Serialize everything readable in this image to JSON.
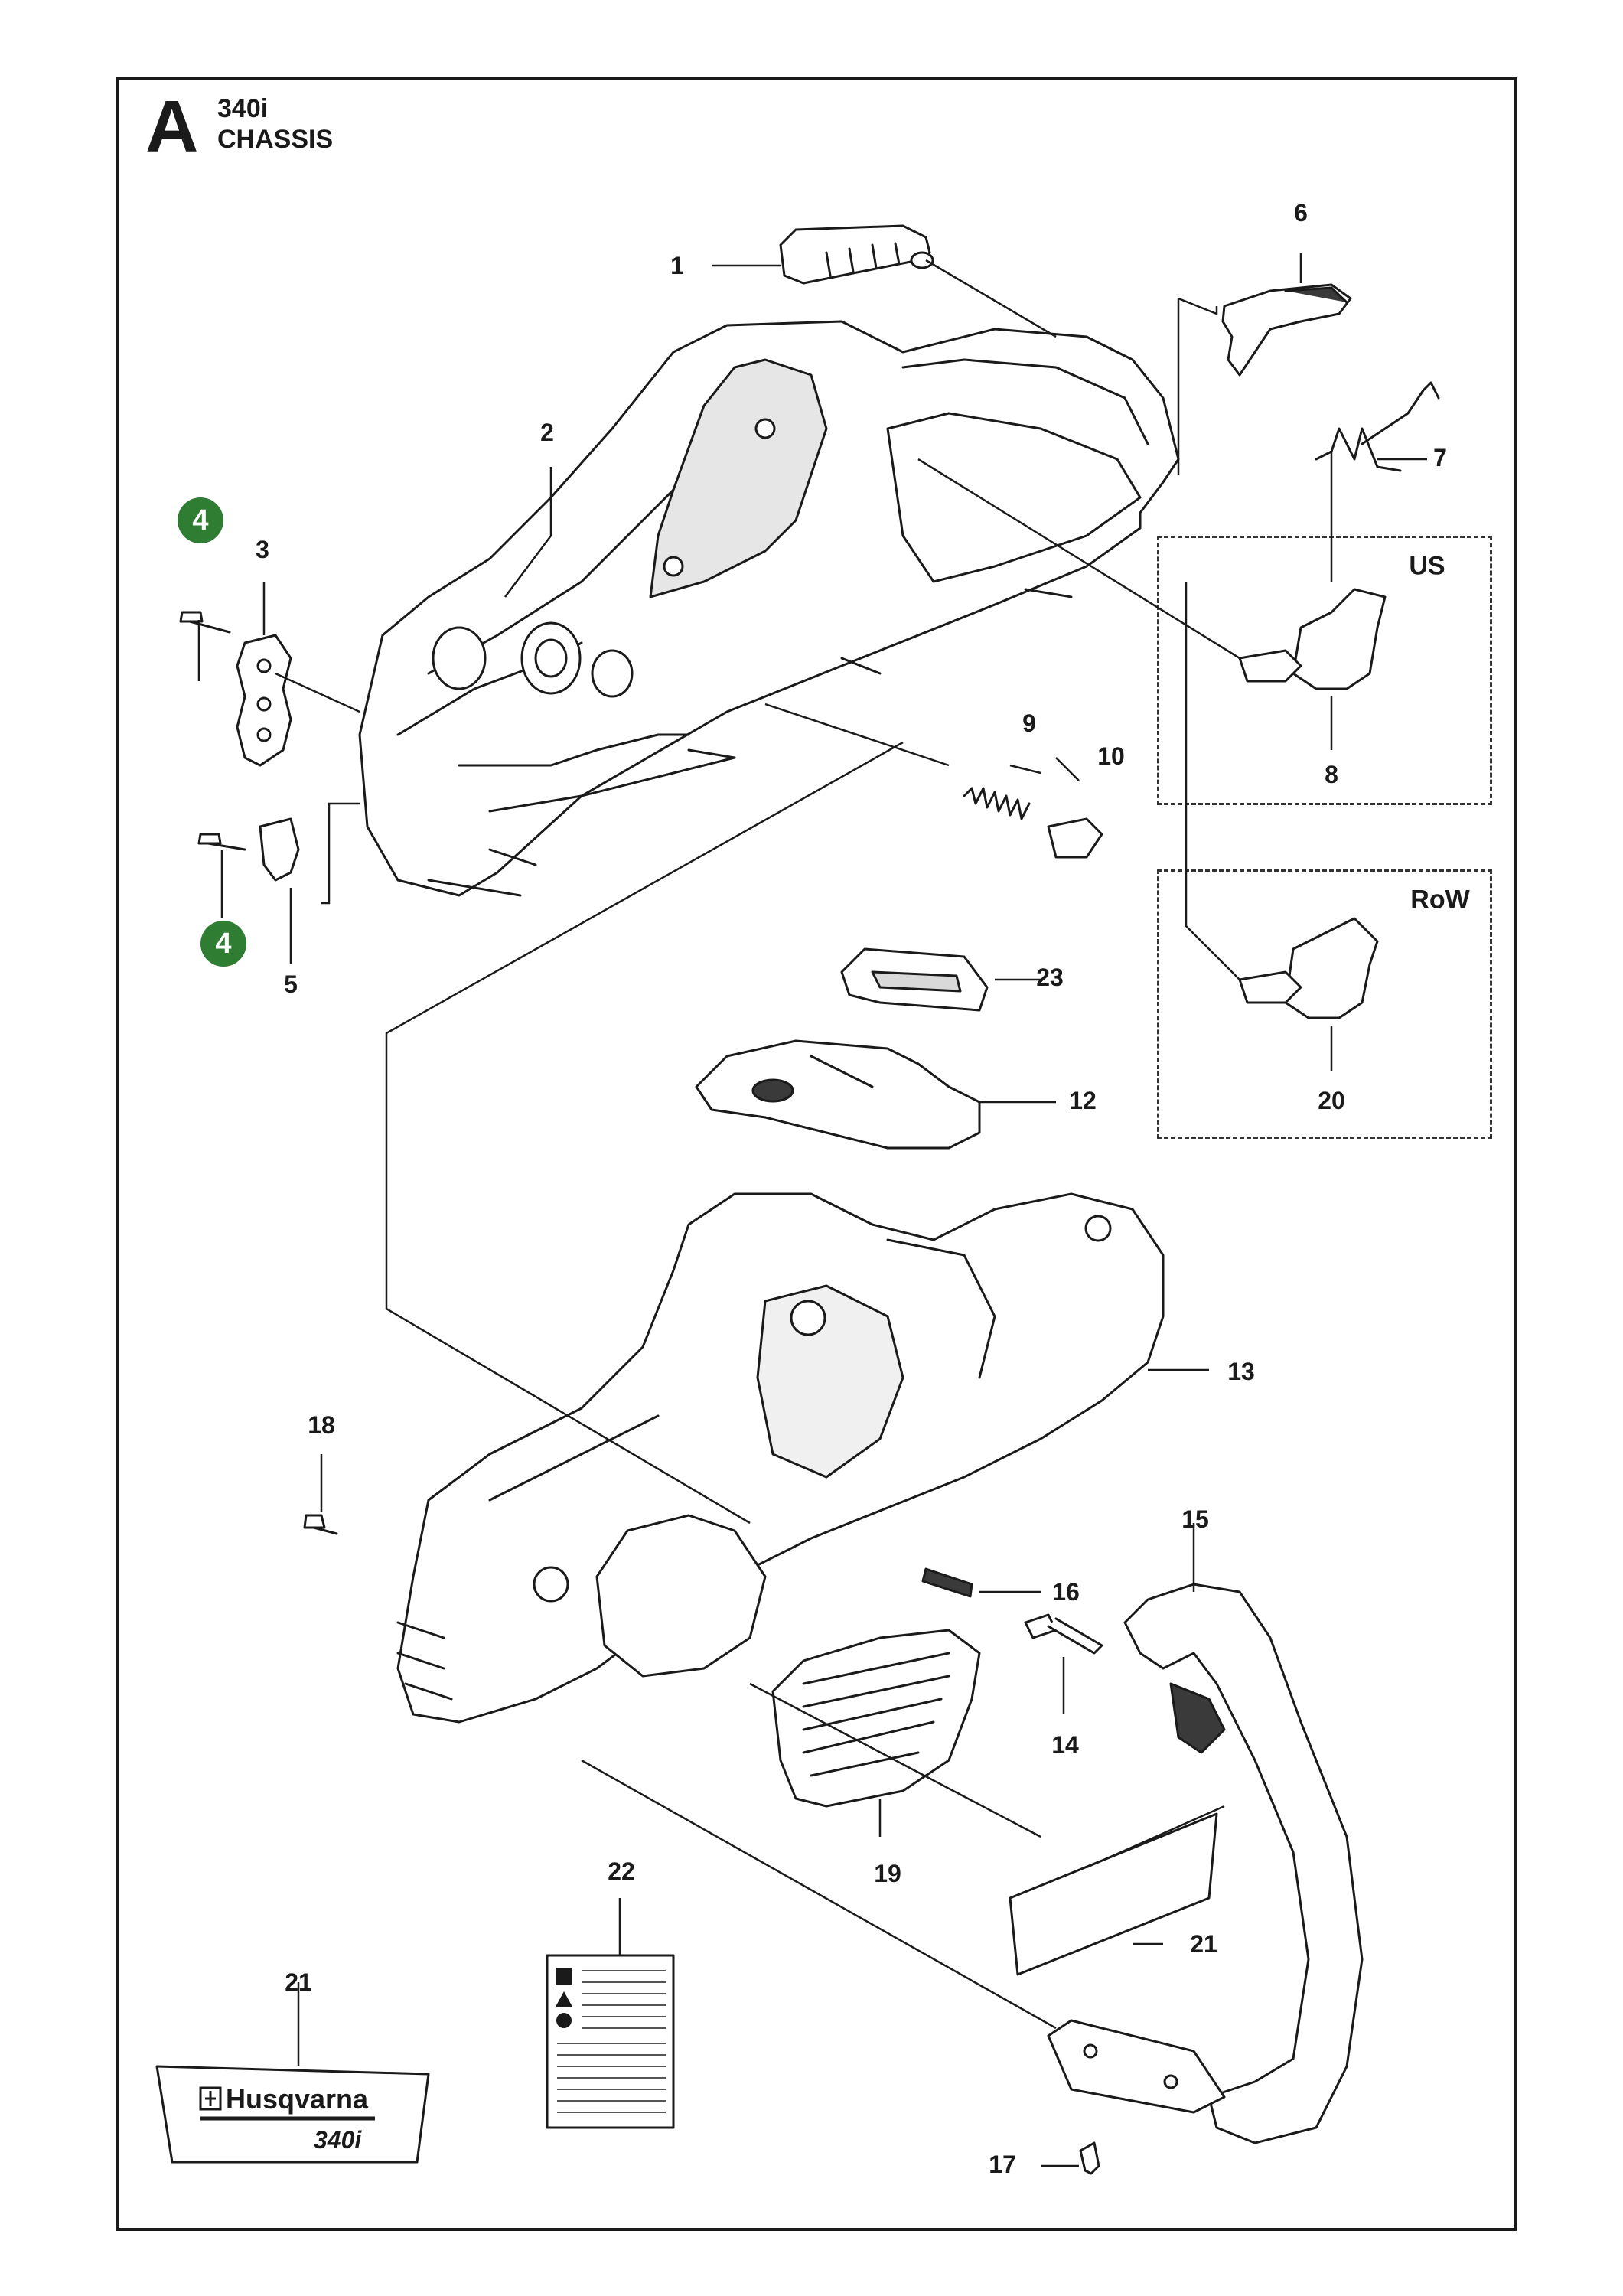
{
  "header": {
    "section_letter": "A",
    "model": "340i",
    "title": "CHASSIS"
  },
  "colors": {
    "line": "#1a1a1a",
    "part_fill": "#ffffff",
    "shade": "#d9d9d9",
    "dark_part": "#3a3a3a",
    "badge_green": "#2e7d32"
  },
  "variants": {
    "us_label": "US",
    "row_label": "RoW"
  },
  "callouts": {
    "c1": "1",
    "c2": "2",
    "c3": "3",
    "c4a": "4",
    "c4b": "4",
    "c5": "5",
    "c6": "6",
    "c7": "7",
    "c8": "8",
    "c9": "9",
    "c10": "10",
    "c12": "12",
    "c13": "13",
    "c14": "14",
    "c15": "15",
    "c16": "16",
    "c17": "17",
    "c18": "18",
    "c19": "19",
    "c20": "20",
    "c21a": "21",
    "c21b": "21",
    "c22": "22",
    "c23": "23"
  },
  "decal": {
    "brand": "Husqvarna",
    "model": "340i"
  }
}
